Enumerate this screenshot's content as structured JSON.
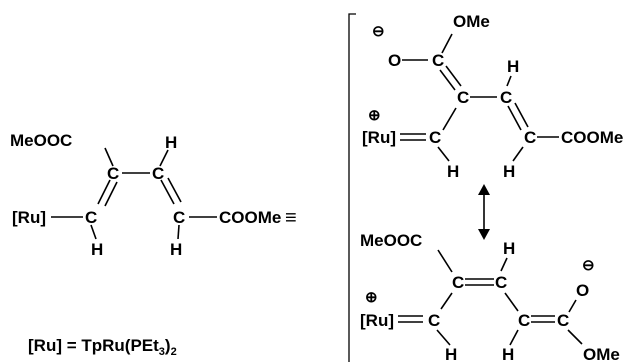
{
  "left_structure": {
    "ester_top": "MeOOC",
    "ru_label": "[Ru]",
    "carbon": "C",
    "hydrogen": "H",
    "ester_right": "COOMe"
  },
  "equivalence_symbol": "≡",
  "definition": {
    "prefix": "[Ru] = TpRu(PEt",
    "subscript_inner": "3",
    "suffix": ")",
    "subscript_outer": "2"
  },
  "resonance_top": {
    "methoxy": "OMe",
    "oxide": "O",
    "ru_label": "[Ru]",
    "carbon": "C",
    "hydrogen": "H",
    "ester": "COOMe",
    "minus_charge": "⊖",
    "plus_charge": "⊕"
  },
  "resonance_arrow": "↕",
  "resonance_bottom": {
    "ester": "MeOOC",
    "ru_label": "[Ru]",
    "carbon": "C",
    "hydrogen": "H",
    "oxide": "O",
    "methoxy": "OMe",
    "minus_charge": "⊖",
    "plus_charge": "⊕"
  }
}
